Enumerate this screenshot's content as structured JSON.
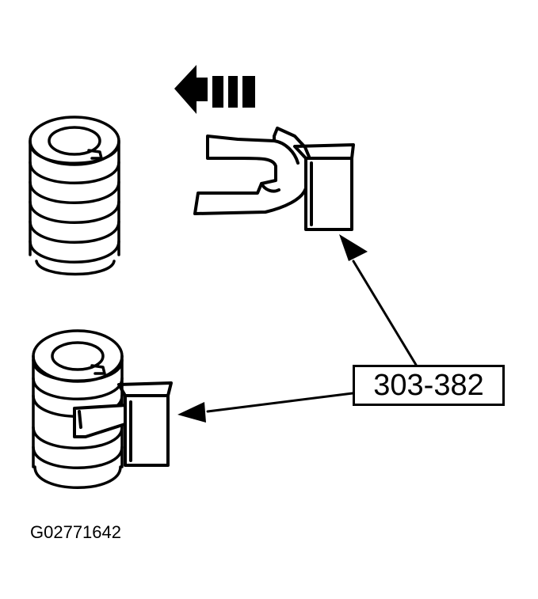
{
  "callout": {
    "label": "303-382"
  },
  "figure": {
    "id": "G02771642"
  },
  "colors": {
    "ink": "#000000",
    "paper": "#ffffff"
  },
  "icons": [
    "direction-arrow-icon",
    "coil-spring",
    "spring-compressor-tool",
    "leader-arrow-icon"
  ]
}
